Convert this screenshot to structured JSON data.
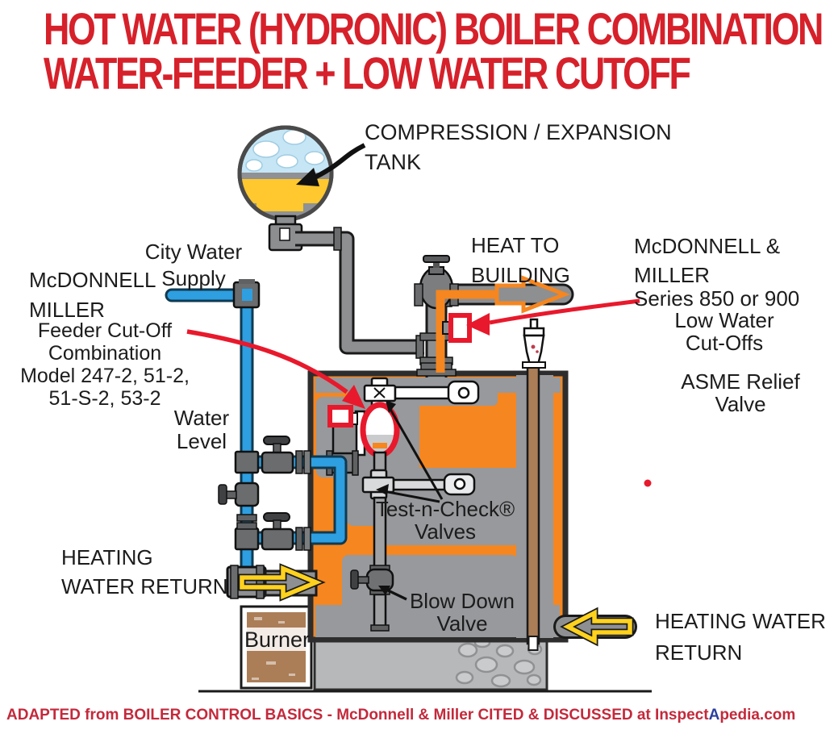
{
  "title": {
    "text": "HOT WATER (HYDRONIC) BOILER COMBINATION\nWATER-FEEDER + LOW WATER CUTOFF"
  },
  "labels": {
    "compression_tank": "COMPRESSION / EXPANSION\nTANK",
    "city_water_supply": "City Water\nSupply",
    "mcdonnell_miller_left": "McDONNELL\nMILLER",
    "feeder_cutoff_models": "Feeder Cut-Off\nCombination\nModel 247-2, 51-2,\n51-S-2, 53-2",
    "water_level": "Water\nLevel",
    "heat_to_building": "HEAT TO\nBUILDING",
    "mcdonnell_miller_right": "McDONNELL &\nMILLER",
    "series_850_900": "Series 850 or 900",
    "low_water_cutoffs": "Low Water\nCut-Offs",
    "asme_relief_valve": "ASME Relief\nValve",
    "test_n_check_valves": "Test-n-Check®\nValves",
    "blow_down_valve": "Blow Down\nValve",
    "heating_water_return_left": "HEATING\nWATER RETURN",
    "heating_water_return_right": "HEATING WATER\nRETURN",
    "burner": "Burner"
  },
  "footer": {
    "prefix": "ADAPTED from BOILER CONTROL BASICS - McDonnell & Miller CITED & DISCUSSED at ",
    "site_part1": "Inspect",
    "site_accent": "A",
    "site_part2": "pedia.com"
  },
  "colors": {
    "title_red": "#D6212B",
    "annotation_red": "#E8192C",
    "pipe_blue": "#2E9FE0",
    "pipe_gray": "#8D8F91",
    "boiler_orange": "#F6861F",
    "flow_yellow": "#FFD21E",
    "heat_flow_orange": "#F6861F",
    "copper_brown": "#AB7E58",
    "footer_red": "#C4293B",
    "footer_accent_blue": "#2B3F9E"
  }
}
